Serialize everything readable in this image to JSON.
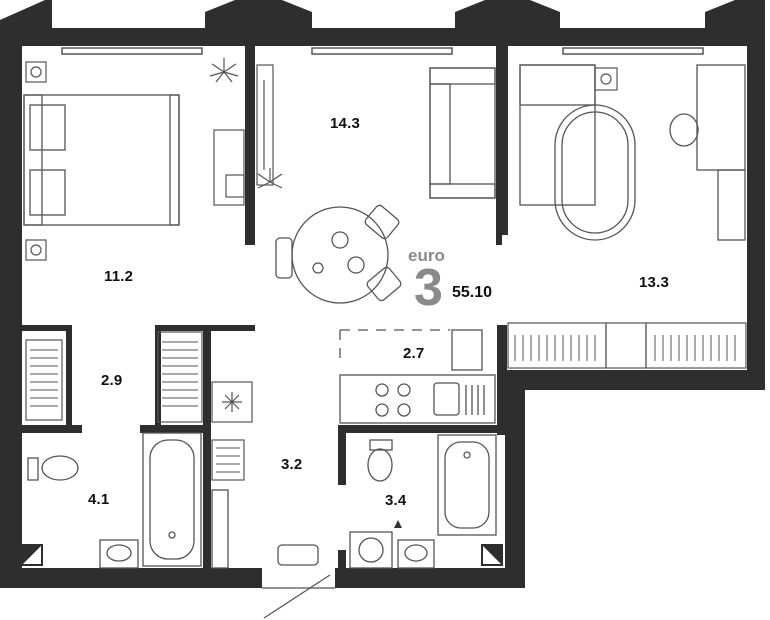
{
  "plan": {
    "rooms": [
      {
        "id": "bedroom-left",
        "area": "11.2"
      },
      {
        "id": "living-room",
        "area": "14.3"
      },
      {
        "id": "bedroom-right",
        "area": "13.3"
      },
      {
        "id": "wardrobe",
        "area": "2.9"
      },
      {
        "id": "kitchen",
        "area": "2.7"
      },
      {
        "id": "bathroom-left",
        "area": "4.1"
      },
      {
        "id": "hallway",
        "area": "3.2"
      },
      {
        "id": "bathroom-right",
        "area": "3.4"
      }
    ],
    "summary": {
      "type_label": "euro",
      "rooms_count": "3",
      "total_area": "55.10"
    }
  },
  "colors": {
    "wall": "#2e2e2e",
    "furniture_stroke": "#555555",
    "accent_gray": "#8a8a8a",
    "background": "#ffffff"
  }
}
